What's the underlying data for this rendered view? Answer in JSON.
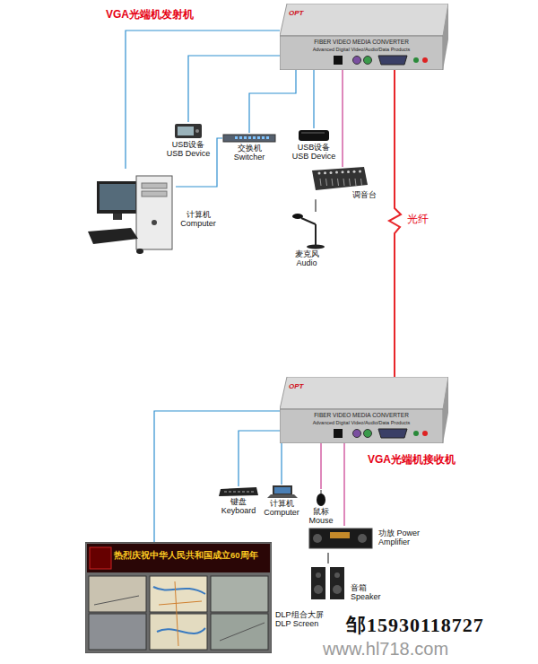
{
  "diagram": {
    "nodes": [
      {
        "text": [
          "OPT",
          "FIBER VIDEO MEDIA CONVERTER",
          "Advanced Digital Video/Audio/Data Products"
        ]
      },
      {
        "text": [
          "USB设备 USB Device"
        ]
      },
      {
        "text": [
          "交换机 Switcher"
        ]
      },
      {
        "text": [
          "USB设备 USB Device"
        ]
      },
      {
        "text": [
          "计算机 Computer"
        ]
      },
      {
        "text": [
          "调音台"
        ]
      },
      {
        "text": [
          "麦克风 Audio"
        ]
      },
      {
        "text": [
          "OPT",
          "FIBER VIDEO MEDIA CONVERTER",
          "Advanced Digital Video/Audio/Data Products"
        ]
      },
      {
        "text": [
          "键盘 Keyboard"
        ]
      },
      {
        "text": [
          "计算机 Computer"
        ]
      },
      {
        "text": [
          "鼠标 Mouse"
        ]
      },
      {
        "text": [
          "功放 Power Amplifier"
        ]
      },
      {
        "text": [
          "音箱 Speaker"
        ]
      },
      {
        "text": [
          "热烈庆祝中华人民共和国成立60周年",
          "DLP组合大屏 DLP Screen"
        ]
      }
    ],
    "edges": [
      {
        "from": 0,
        "to": 4,
        "arrow": "none"
      },
      {
        "from": 0,
        "to": 1,
        "arrow": "none"
      },
      {
        "from": 0,
        "to": 2,
        "arrow": "none"
      },
      {
        "from": 0,
        "to": 3,
        "arrow": "none"
      },
      {
        "from": 0,
        "to": 5,
        "arrow": "none"
      },
      {
        "from": 5,
        "to": 6,
        "arrow": "none"
      },
      {
        "from": 4,
        "to": 2,
        "arrow": "none"
      },
      {
        "from": 0,
        "to": 7,
        "arrow": "none"
      },
      {
        "from": 7,
        "to": 8,
        "arrow": "none"
      },
      {
        "from": 7,
        "to": 9,
        "arrow": "none"
      },
      {
        "from": 7,
        "to": 10,
        "arrow": "none"
      },
      {
        "from": 7,
        "to": 11,
        "arrow": "none"
      },
      {
        "from": 7,
        "to": 13,
        "arrow": "none"
      },
      {
        "from": 11,
        "to": 12,
        "arrow": "none"
      }
    ],
    "labels": [
      "VGA光端机发射机",
      "光纤",
      "VGA光端机接收机",
      "邹15930118727",
      "www.hl718.com"
    ]
  }
}
